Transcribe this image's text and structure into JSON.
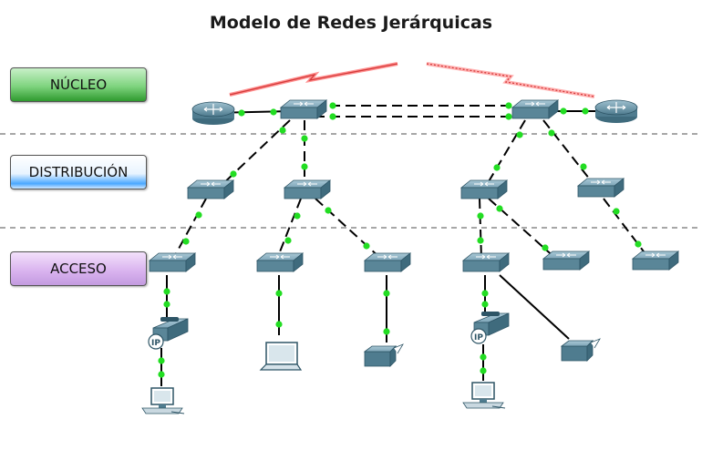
{
  "title": "Modelo de Redes Jerárquicas",
  "layers": [
    {
      "label": "NÚCLEO"
    },
    {
      "label": "DISTRIBUCIÓN"
    },
    {
      "label": "ACCESO"
    }
  ],
  "phone_badge": "IP",
  "colors": {
    "device": "#4f7c8f",
    "link_dot": "#22dd22",
    "wan_link": "#e05050",
    "divider": "#888888"
  }
}
